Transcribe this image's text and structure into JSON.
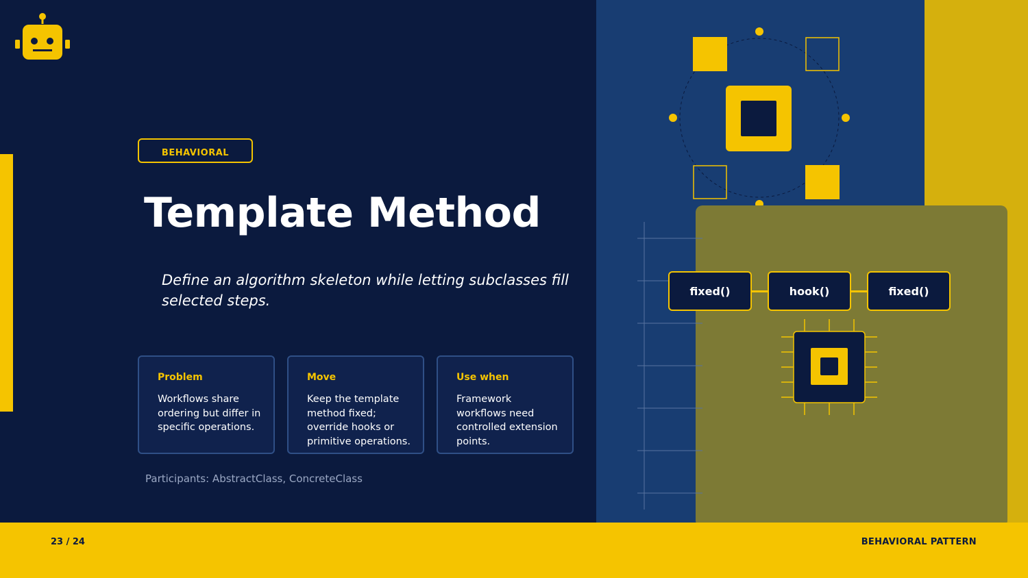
{
  "slide": {
    "tag": "BEHAVIORAL",
    "title": "Template Method",
    "subtitle": "Define an algorithm skeleton while letting subclasses fill selected steps.",
    "cards": [
      {
        "heading": "Problem",
        "body": "Workflows share ordering but differ in specific operations."
      },
      {
        "heading": "Move",
        "body": "Keep the template method fixed; override hooks or primitive operations."
      },
      {
        "heading": "Use when",
        "body": "Framework workflows need controlled extension points."
      }
    ],
    "participants": "Participants: AbstractClass, ConcreteClass",
    "methods": [
      "fixed()",
      "hook()",
      "fixed()"
    ]
  },
  "footer": {
    "page": "23 / 24",
    "label": "BEHAVIORAL PATTERN"
  },
  "colors": {
    "navy": "#0b1a3e",
    "blue": "#183d72",
    "yellow": "#f5c400",
    "gold": "#d5b00d",
    "olive": "#7d7a35"
  },
  "icons": [
    "robot-icon",
    "chip-icon"
  ]
}
